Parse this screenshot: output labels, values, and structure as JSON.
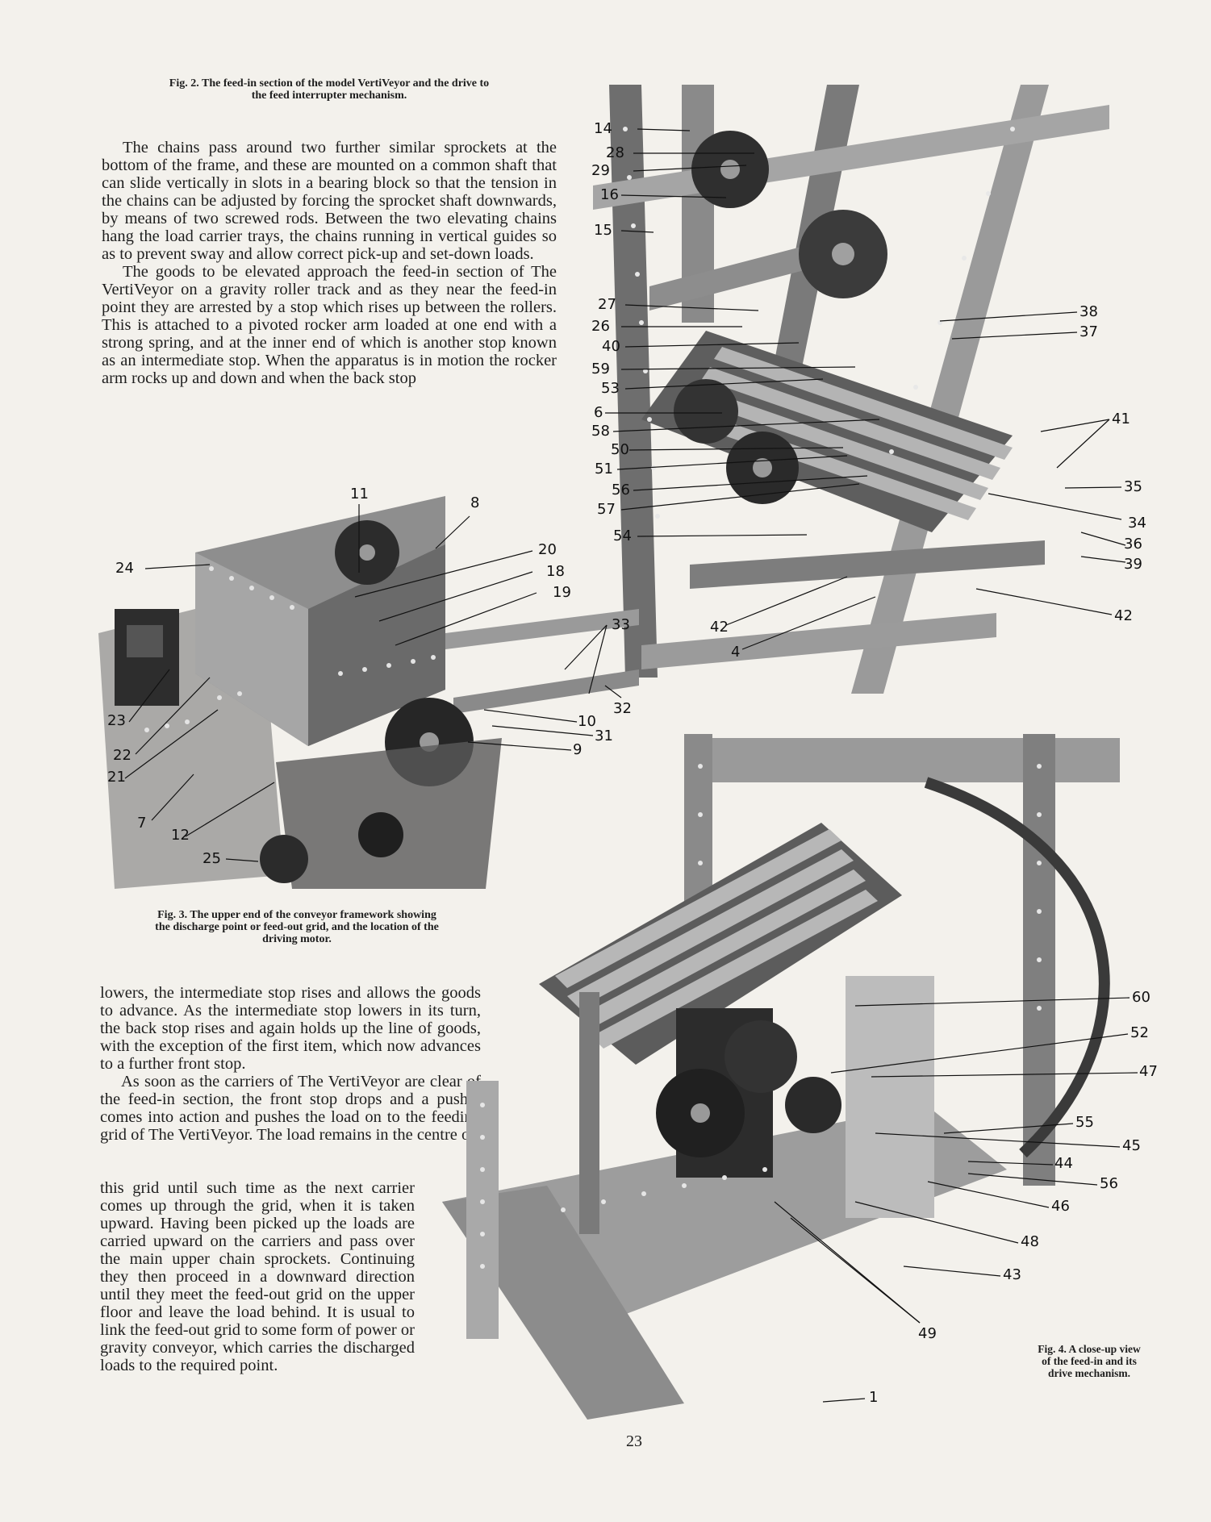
{
  "fig2": {
    "caption_line1": "Fig. 2. The feed-in section of the model VertiVeyor and the drive to",
    "caption_line2": "the feed interrupter mechanism."
  },
  "fig3": {
    "caption_line1": "Fig. 3. The upper end of the conveyor framework showing",
    "caption_line2": "the discharge point or feed-out grid, and the location of the",
    "caption_line3": "driving motor."
  },
  "fig4": {
    "caption_line1": "Fig. 4. A close-up view",
    "caption_line2": "of the feed-in and its",
    "caption_line3": "drive mechanism."
  },
  "text_top": {
    "p1": "The chains pass around two further similar sprockets at the bottom of the frame, and these are mounted on a common shaft that can slide vertically in slots in a bearing block so that the tension in the chains can be adjusted by forcing the sprocket shaft downwards, by means of two screwed rods. Between the two elevating chains hang the load carrier trays, the chains running in vertical guides so as to prevent sway and allow correct pick-up and set-down loads.",
    "p2": "The goods to be elevated approach the feed-in section of The VertiVeyor on a gravity roller track and as they near the feed-in point they are arrested by a stop which rises up between the rollers. This is attached to a pivoted rocker arm loaded at one end with a strong spring, and at the inner end of which is another stop known as an intermediate stop. When the apparatus is in motion the rocker arm rocks up and down and when the back stop"
  },
  "text_bottom": {
    "p1": "lowers, the intermediate stop rises and allows the goods to advance. As the intermediate stop lowers in its turn, the back stop rises and again holds up the line of goods, with the exception of the first item, which now advances to a further front stop.",
    "p2a": "As soon as the carriers of The VertiVeyor are clear of the feed-in section, the front stop drops and a pusher comes into action and pushes the load on to the feeding grid of The VertiVeyor. The load remains in the centre of",
    "p2b": "this grid until such time as the next carrier comes up through the grid, when it is taken upward. Having been picked up the loads are carried upward on the carriers and pass over the main upper chain sprockets. Continuing they then proceed in a downward direction until they meet the feed-out grid on the upper floor and leave the load behind. It is usual to link the feed-out grid to some form of power or gravity conveyor, which carries the discharged loads to the required point."
  },
  "page_number": "23",
  "fig2_labels": {
    "l14": "14",
    "l28": "28",
    "l29": "29",
    "l16": "16",
    "l15": "15",
    "l27": "27",
    "l26": "26",
    "l40": "40",
    "l59": "59",
    "l53": "53",
    "l6": "6",
    "l58": "58",
    "l50": "50",
    "l51": "51",
    "l56": "56",
    "l57": "57",
    "l54": "54",
    "l38": "38",
    "l37": "37",
    "l41": "41",
    "l35": "35",
    "l34": "34",
    "l36": "36",
    "l39": "39",
    "l42a": "42",
    "l42b": "42",
    "l4": "4"
  },
  "fig3_labels": {
    "l11": "11",
    "l8": "8",
    "l24": "24",
    "l20": "20",
    "l18": "18",
    "l19": "19",
    "l33": "33",
    "l32": "32",
    "l10": "10",
    "l31": "31",
    "l9": "9",
    "l23": "23",
    "l22": "22",
    "l21": "21",
    "l7": "7",
    "l12": "12",
    "l25": "25"
  },
  "fig4_labels": {
    "l60": "60",
    "l52": "52",
    "l47": "47",
    "l55": "55",
    "l45": "45",
    "l44": "44",
    "l56": "56",
    "l46": "46",
    "l48": "48",
    "l43": "43",
    "l49": "49",
    "l1": "1"
  },
  "colors": {
    "paper": "#f3f1ec",
    "ink": "#1e1e1e",
    "metal_dark": "#3a3a3a",
    "metal_mid": "#7c7c7c",
    "metal_light": "#b9b9b9"
  }
}
